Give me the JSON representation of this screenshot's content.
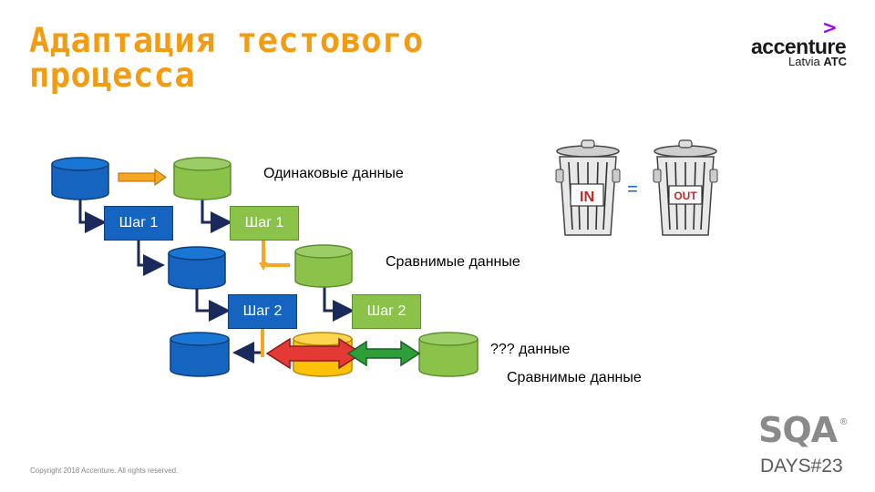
{
  "title_line1": "Адаптация тестового",
  "title_line2": "процесса",
  "logo": {
    "brand": "accenture",
    "chevron": ">",
    "sub_plain": "Latvia ",
    "sub_bold": "ATC"
  },
  "labels": {
    "same_data": "Одинаковые данные",
    "comparable_data_1": "Сравнимые данные",
    "unknown_data": "??? данные",
    "comparable_data_2": "Сравнимые данные"
  },
  "steps": {
    "step1_blue": "Шаг 1",
    "step1_green": "Шаг 1",
    "step2_blue": "Шаг 2",
    "step2_green": "Шаг 2"
  },
  "bins": {
    "in": "IN",
    "equals": "=",
    "out": "OUT"
  },
  "sqa": {
    "big": "SQA",
    "days": "DAYS#23",
    "reg": "®"
  },
  "copyright": "Copyright 2018 Accenture. All rights reserved.",
  "colors": {
    "title": "#f39c12",
    "blue": "#1565c0",
    "green": "#8bc34a",
    "orange": "#f5a623",
    "red": "#e53935",
    "accent_purple": "#a100ff"
  }
}
